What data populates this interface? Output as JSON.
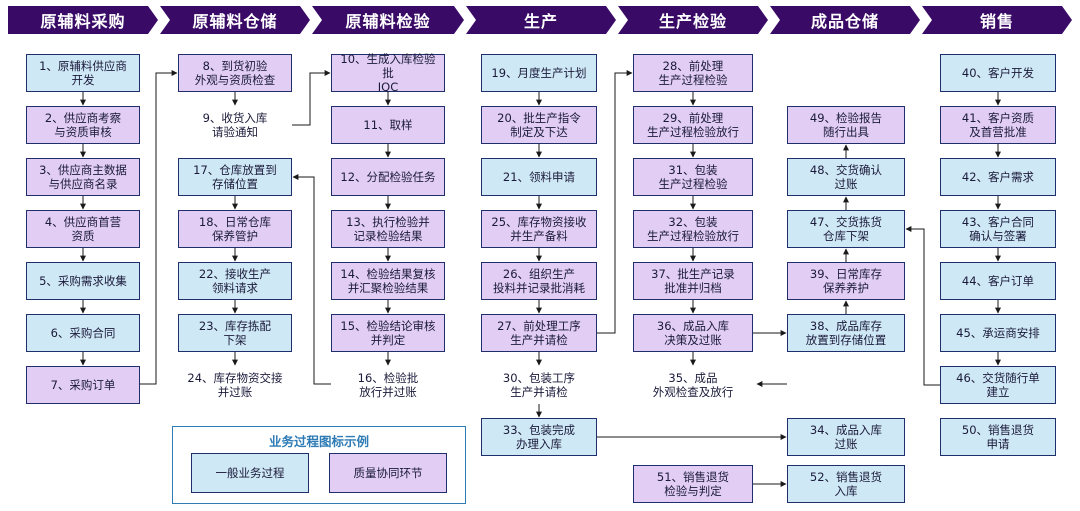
{
  "colors": {
    "header_bg": "#3a0b66",
    "normal_fill": "#cfe8f5",
    "quality_fill": "#e2cdf4",
    "border": "#1f2f6b",
    "legend_border": "#2e7bb5"
  },
  "headers": [
    "原辅料采购",
    "原辅料仓储",
    "原辅料检验",
    "生产",
    "生产检验",
    "成品仓储",
    "销售"
  ],
  "columns": [
    {
      "key": "procurement",
      "steps": [
        {
          "id": "1",
          "label": "1、原辅料供应商\n开发",
          "kind": "normal"
        },
        {
          "id": "2",
          "label": "2、供应商考察\n与资质审核",
          "kind": "quality"
        },
        {
          "id": "3",
          "label": "3、供应商主数据\n与供应商名录",
          "kind": "quality"
        },
        {
          "id": "4",
          "label": "4、供应商首营\n资质",
          "kind": "quality"
        },
        {
          "id": "5",
          "label": "5、采购需求收集",
          "kind": "normal"
        },
        {
          "id": "6",
          "label": "6、采购合同",
          "kind": "normal"
        },
        {
          "id": "7",
          "label": "7、采购订单",
          "kind": "quality"
        }
      ]
    },
    {
      "key": "storage",
      "steps": [
        {
          "id": "8",
          "label": "8、到货初验\n外观与资质检查",
          "kind": "quality"
        },
        {
          "id": "9",
          "label": "9、收货入库\n请验通知",
          "kind": "plain"
        },
        {
          "id": "17",
          "label": "17、仓库放置到\n存储位置",
          "kind": "normal"
        },
        {
          "id": "18",
          "label": "18、日常仓库\n保养管护",
          "kind": "quality"
        },
        {
          "id": "22",
          "label": "22、接收生产\n领料请求",
          "kind": "normal"
        },
        {
          "id": "23",
          "label": "23、库存拣配\n下架",
          "kind": "normal"
        },
        {
          "id": "24",
          "label": "24、库存物资交接\n并过账",
          "kind": "plain"
        }
      ]
    },
    {
      "key": "inspection",
      "steps": [
        {
          "id": "10",
          "label": "10、生成入库检验批\nIQC",
          "kind": "quality"
        },
        {
          "id": "11",
          "label": "11、取样",
          "kind": "quality"
        },
        {
          "id": "12",
          "label": "12、分配检验任务",
          "kind": "quality"
        },
        {
          "id": "13",
          "label": "13、执行检验并\n记录检验结果",
          "kind": "quality"
        },
        {
          "id": "14",
          "label": "14、检验结果复核\n并汇聚检验结果",
          "kind": "quality"
        },
        {
          "id": "15",
          "label": "15、检验结论审核\n并判定",
          "kind": "quality"
        },
        {
          "id": "16",
          "label": "16、检验批\n放行并过账",
          "kind": "plain"
        }
      ]
    },
    {
      "key": "production",
      "steps": [
        {
          "id": "19",
          "label": "19、月度生产计划",
          "kind": "normal"
        },
        {
          "id": "20",
          "label": "20、批生产指令\n制定及下达",
          "kind": "quality"
        },
        {
          "id": "21",
          "label": "21、领料申请",
          "kind": "normal"
        },
        {
          "id": "25",
          "label": "25、库存物资接收\n并生产备料",
          "kind": "quality"
        },
        {
          "id": "26",
          "label": "26、组织生产\n投料并记录批消耗",
          "kind": "quality"
        },
        {
          "id": "27",
          "label": "27、前处理工序\n生产并请检",
          "kind": "quality"
        },
        {
          "id": "30",
          "label": "30、包装工序\n生产并请检",
          "kind": "plain"
        },
        {
          "id": "33",
          "label": "33、包装完成\n办理入库",
          "kind": "normal"
        }
      ]
    },
    {
      "key": "production_qc",
      "steps": [
        {
          "id": "28",
          "label": "28、前处理\n生产过程检验",
          "kind": "quality"
        },
        {
          "id": "29",
          "label": "29、前处理\n生产过程检验放行",
          "kind": "quality"
        },
        {
          "id": "31",
          "label": "31、包装\n生产过程检验",
          "kind": "quality"
        },
        {
          "id": "32",
          "label": "32、包装\n生产过程检验放行",
          "kind": "quality"
        },
        {
          "id": "37",
          "label": "37、批生产记录\n批准并归档",
          "kind": "quality"
        },
        {
          "id": "36",
          "label": "36、成品入库\n决策及过账",
          "kind": "quality"
        },
        {
          "id": "35",
          "label": "35、成品\n外观检查及放行",
          "kind": "plain"
        },
        {
          "id": "51",
          "label": "51、销售退货\n检验与判定",
          "kind": "quality"
        }
      ]
    },
    {
      "key": "fg_storage",
      "steps": [
        {
          "id": "49",
          "label": "49、检验报告\n随行出具",
          "kind": "quality"
        },
        {
          "id": "48",
          "label": "48、交货确认\n过账",
          "kind": "normal"
        },
        {
          "id": "47",
          "label": "47、交货拣货\n仓库下架",
          "kind": "normal"
        },
        {
          "id": "39",
          "label": "39、日常库存\n保养养护",
          "kind": "quality"
        },
        {
          "id": "38",
          "label": "38、成品库存\n放置到存储位置",
          "kind": "normal"
        },
        {
          "id": "34",
          "label": "34、成品入库\n过账",
          "kind": "normal"
        },
        {
          "id": "52",
          "label": "52、销售退货\n入库",
          "kind": "normal"
        }
      ]
    },
    {
      "key": "sales",
      "steps": [
        {
          "id": "40",
          "label": "40、客户开发",
          "kind": "normal"
        },
        {
          "id": "41",
          "label": "41、客户资质\n及首营批准",
          "kind": "quality"
        },
        {
          "id": "42",
          "label": "42、客户需求",
          "kind": "normal"
        },
        {
          "id": "43",
          "label": "43、客户合同\n确认与签署",
          "kind": "normal"
        },
        {
          "id": "44",
          "label": "44、客户订单",
          "kind": "normal"
        },
        {
          "id": "45",
          "label": "45、承运商安排",
          "kind": "normal"
        },
        {
          "id": "46",
          "label": "46、交货随行单\n建立",
          "kind": "normal"
        },
        {
          "id": "50",
          "label": "50、销售退货\n申请",
          "kind": "normal"
        }
      ]
    }
  ],
  "legend": {
    "title": "业务过程图标示例",
    "normal_label": "一般业务过程",
    "quality_label": "质量协同环节"
  }
}
